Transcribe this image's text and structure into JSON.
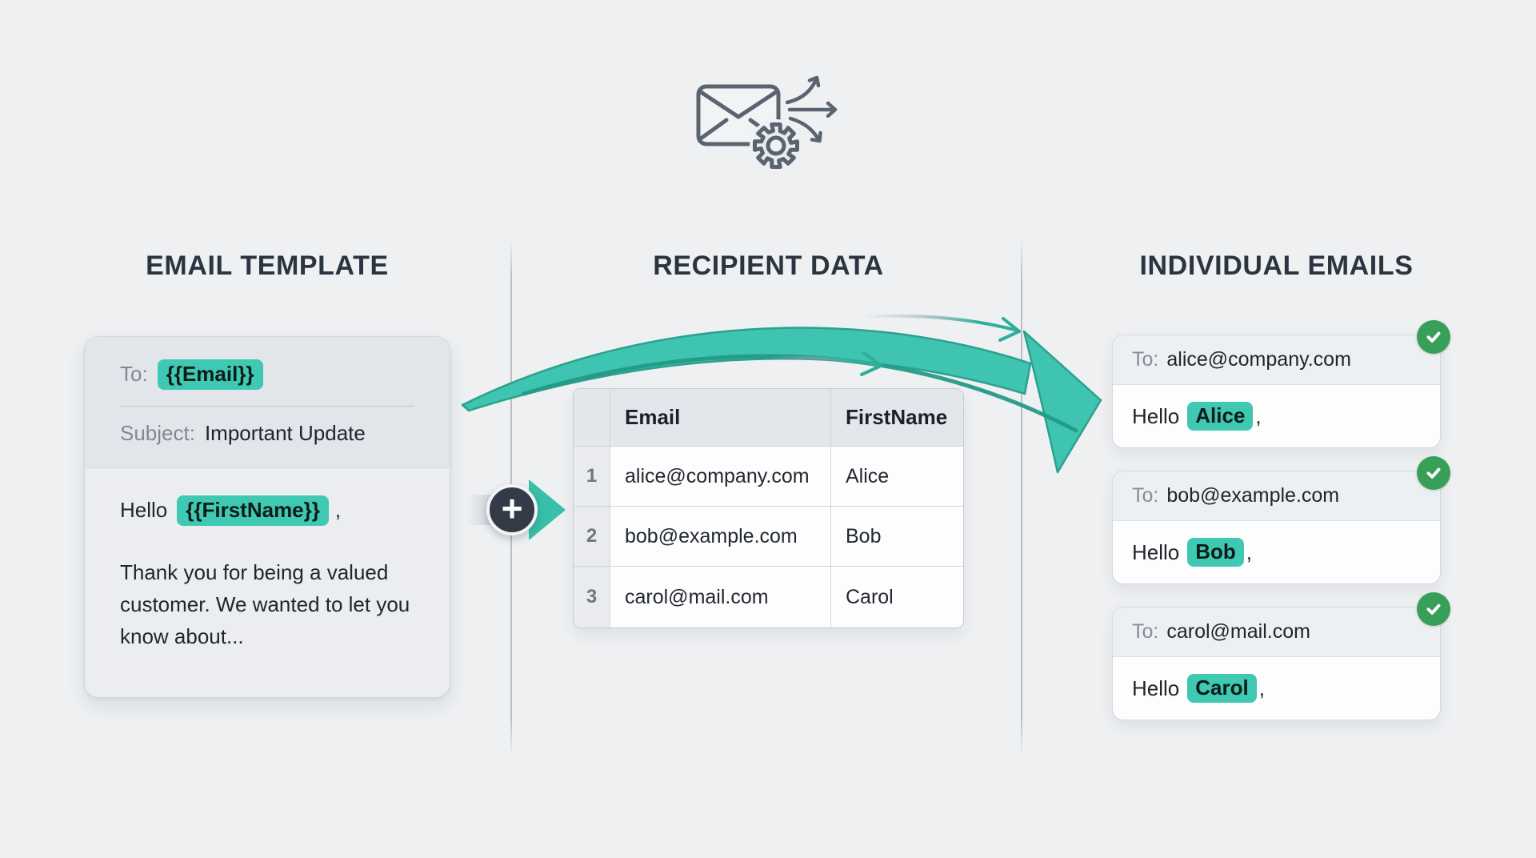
{
  "page": {
    "background": "#eef0f2"
  },
  "header_icon": {
    "name": "mail-merge-icon",
    "parts": [
      "envelope-icon",
      "gear-icon",
      "fan-out-arrows-icon"
    ]
  },
  "template_section": {
    "heading": "EMAIL TEMPLATE",
    "card": {
      "to_label": "To:",
      "to_token": "{{Email}}",
      "subject_label": "Subject:",
      "subject_value": "Important Update",
      "greeting_prefix": "Hello",
      "greeting_token": "{{FirstName}}",
      "greeting_suffix": ",",
      "body_text": "Thank you for being a valued customer. We wanted to let you know about..."
    }
  },
  "recipient_section": {
    "heading": "RECIPIENT DATA",
    "table": {
      "headers": [
        "Email",
        "FirstName"
      ],
      "rows": [
        {
          "row_num": "1",
          "email": "alice@company.com",
          "first_name": "Alice"
        },
        {
          "row_num": "2",
          "email": "bob@example.com",
          "first_name": "Bob"
        },
        {
          "row_num": "3",
          "email": "carol@mail.com",
          "first_name": "Carol"
        }
      ]
    }
  },
  "output_section": {
    "heading": "INDIVIDUAL EMAILS",
    "emails": [
      {
        "to_label": "To:",
        "to_value": "alice@company.com",
        "greeting_prefix": "Hello",
        "name_token": "Alice",
        "greeting_suffix": ",",
        "status_icon": "checkmark-icon"
      },
      {
        "to_label": "To:",
        "to_value": "bob@example.com",
        "greeting_prefix": "Hello",
        "name_token": "Bob",
        "greeting_suffix": ",",
        "status_icon": "checkmark-icon"
      },
      {
        "to_label": "To:",
        "to_value": "carol@mail.com",
        "greeting_prefix": "Hello",
        "name_token": "Carol",
        "greeting_suffix": ",",
        "status_icon": "checkmark-icon"
      }
    ]
  },
  "connector": {
    "plus_symbol": "+"
  },
  "colors": {
    "accent_teal": "#3fc8b2",
    "arrow_teal": "#3ec4b0",
    "arrow_edge": "#2aa18d",
    "success_green": "#389f58",
    "heading": "#2b3540",
    "label_gray": "#868d96",
    "text_dark": "#20262f",
    "plus_circle": "#333b46",
    "icon_stroke": "#5a6370"
  }
}
